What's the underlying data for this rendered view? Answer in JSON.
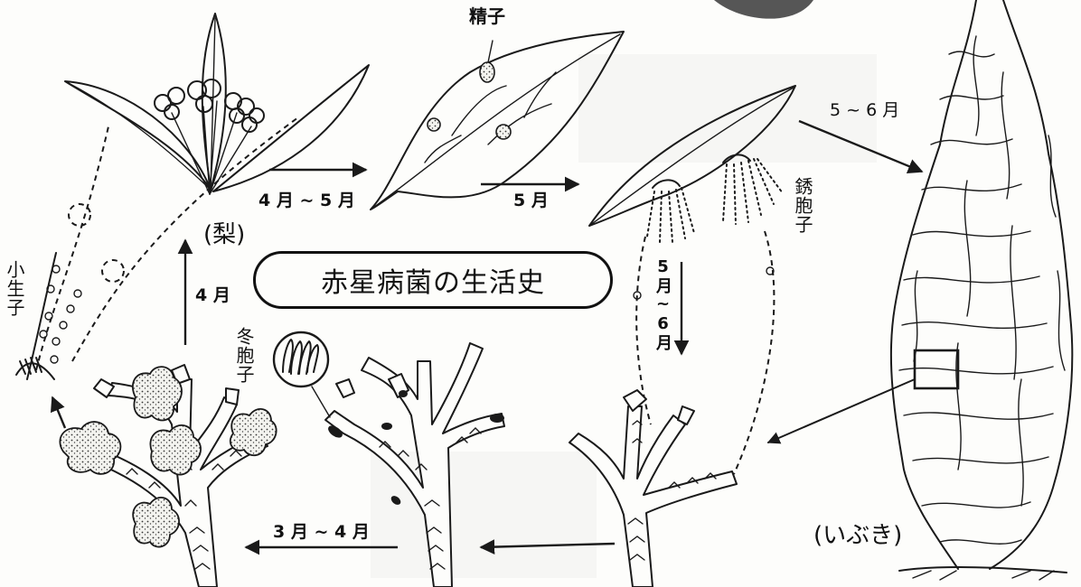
{
  "title": "赤星病菌の生活史",
  "hosts": {
    "pear": "(梨)",
    "juniper": "(いぶき)"
  },
  "spores": {
    "spermatia": "精子",
    "aeciospores": "銹胞子",
    "sporidia": "小生子",
    "teliospores": "冬胞子"
  },
  "months": {
    "leaf_to_spotted_leaf": "4 月 ~ 5 月",
    "spotted_to_aecia": "5 月",
    "aecia_to_juniper": "5 ~ 6 月",
    "aecia_spore_drop": "5月~6月",
    "sporidia_to_pear": "4 月",
    "juniper_to_branch": "3 月 ~ 4 月"
  },
  "colors": {
    "ink": "#1a1a1a",
    "paper": "#fdfdfb"
  }
}
